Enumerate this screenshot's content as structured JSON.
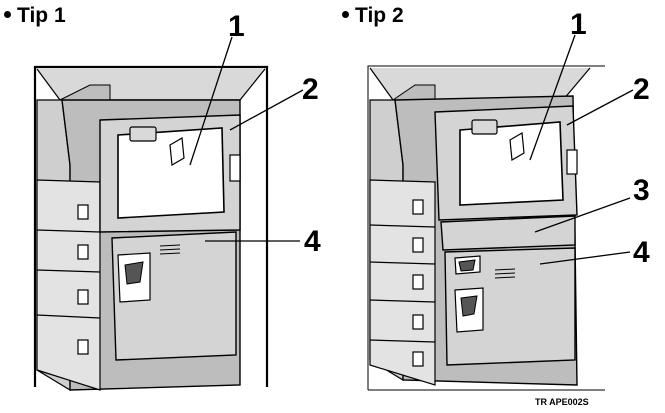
{
  "tip1": {
    "heading": "Tip 1",
    "callouts": [
      "1",
      "2",
      "4"
    ]
  },
  "tip2": {
    "heading": "Tip 2",
    "callouts": [
      "1",
      "2",
      "3",
      "4"
    ]
  },
  "caption": "TR APE002S"
}
